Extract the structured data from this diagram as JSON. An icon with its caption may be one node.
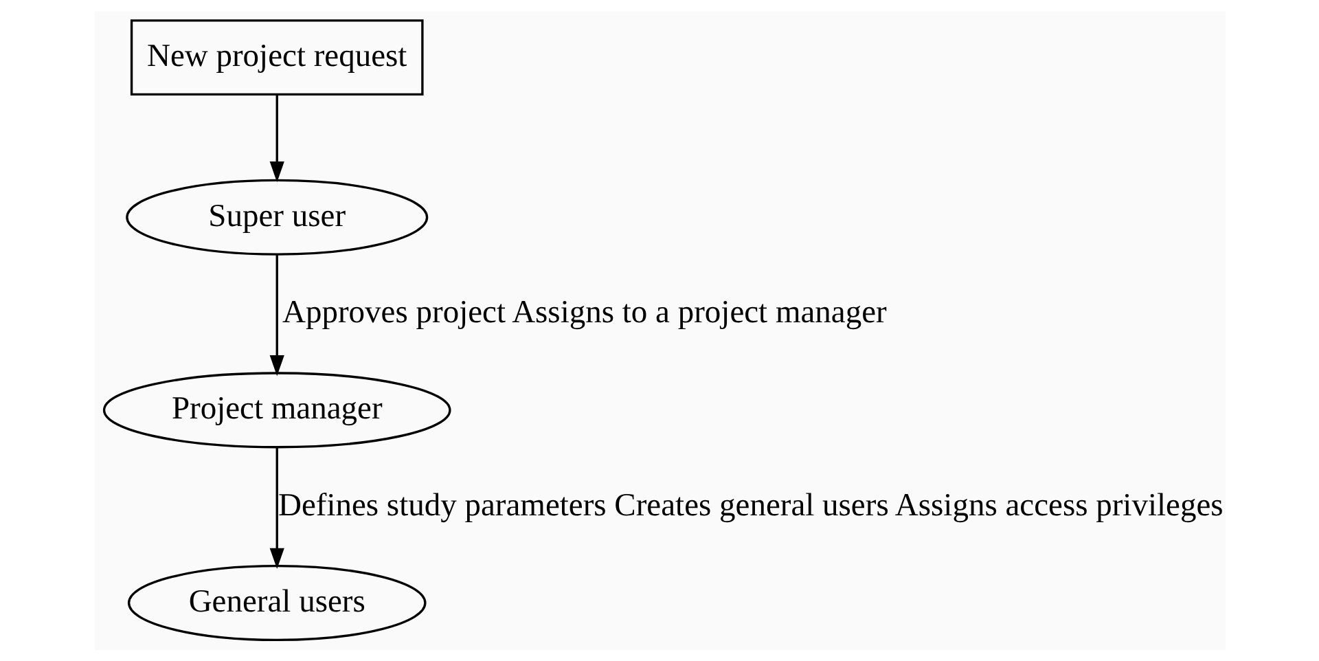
{
  "diagram": {
    "nodes": [
      {
        "text": [
          "New project request"
        ]
      },
      {
        "text": [
          "Super user"
        ]
      },
      {
        "text": [
          "Project manager"
        ]
      },
      {
        "text": [
          "General users"
        ]
      }
    ],
    "edges": [
      {
        "from": 0,
        "to": 1,
        "arrow": "to"
      },
      {
        "from": 1,
        "to": 2,
        "arrow": "to",
        "label": "Approves project Assigns to a project manager"
      },
      {
        "from": 2,
        "to": 3,
        "arrow": "to",
        "label": "Defines study parameters Creates general users Assigns access privileges"
      }
    ]
  }
}
